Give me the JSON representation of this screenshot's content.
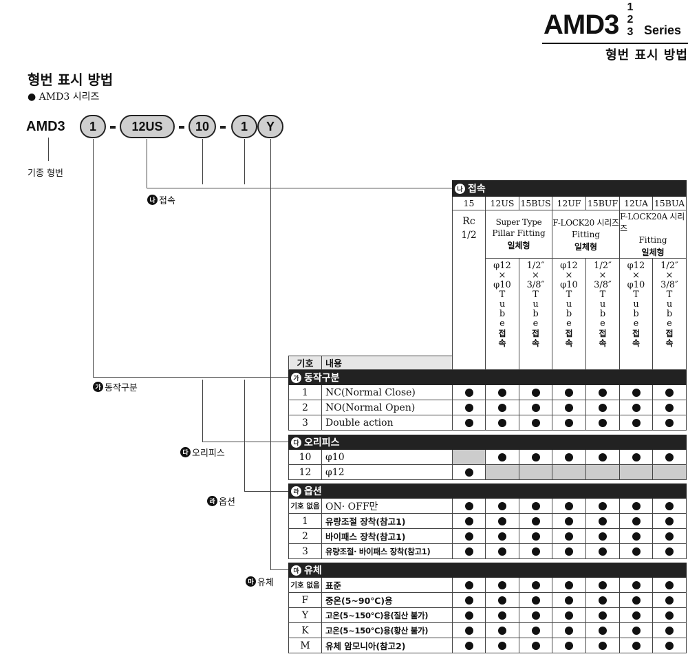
{
  "header": {
    "model": "AMD3",
    "stack": [
      "1",
      "2",
      "3"
    ],
    "series_word": "Series",
    "subtitle": "형번 표시 방법"
  },
  "title": "형번 표시 방법",
  "bullet_label": "AMD3 시리즈",
  "code": {
    "prefix": "AMD3",
    "parts": [
      "1",
      "12US",
      "10",
      "1",
      "Y"
    ]
  },
  "labels": {
    "base": "기종 형번",
    "ga": {
      "mark": "가",
      "text": "동작구분"
    },
    "na": {
      "mark": "나",
      "text": "접속"
    },
    "da": {
      "mark": "다",
      "text": "오리피스"
    },
    "ra": {
      "mark": "라",
      "text": "옵션"
    },
    "ma": {
      "mark": "마",
      "text": "유체"
    }
  },
  "connection": {
    "bar_mark": "나",
    "bar_title": "접속",
    "columns": [
      "15",
      "12US",
      "15BUS",
      "12UF",
      "15BUF",
      "12UA",
      "15BUA"
    ],
    "rc": [
      "Rc",
      "1/2"
    ],
    "groups": [
      {
        "name": [
          "Super Type",
          "Pillar Fitting"
        ],
        "sub": "일체형"
      },
      {
        "name": [
          "F-LOCK20 시리즈",
          "Fitting"
        ],
        "sub": "일체형"
      },
      {
        "name": [
          "F-LOCK20A 시리즈",
          "Fitting"
        ],
        "sub": "일체형"
      }
    ],
    "tube_a": [
      "φ12",
      "×",
      "φ10",
      "T",
      "u",
      "b",
      "e",
      "접",
      "속"
    ],
    "tube_b": [
      "1/2″",
      "×",
      "3/8″",
      "T",
      "u",
      "b",
      "e",
      "접",
      "속"
    ]
  },
  "table_header": {
    "code": "기호",
    "content": "내용"
  },
  "sections": [
    {
      "mark": "가",
      "title": "동작구분",
      "rows": [
        {
          "code": "1",
          "desc": "NC(Normal Close)",
          "k": false,
          "cells": [
            "d",
            "d",
            "d",
            "d",
            "d",
            "d",
            "d"
          ]
        },
        {
          "code": "2",
          "desc": "NO(Normal Open)",
          "k": false,
          "cells": [
            "d",
            "d",
            "d",
            "d",
            "d",
            "d",
            "d"
          ]
        },
        {
          "code": "3",
          "desc": "Double action",
          "k": false,
          "cells": [
            "d",
            "d",
            "d",
            "d",
            "d",
            "d",
            "d"
          ]
        }
      ]
    },
    {
      "mark": "다",
      "title": "오리피스",
      "rows": [
        {
          "code": "10",
          "desc": "φ10",
          "k": false,
          "cells": [
            "g",
            "d",
            "d",
            "d",
            "d",
            "d",
            "d"
          ]
        },
        {
          "code": "12",
          "desc": "φ12",
          "k": false,
          "cells": [
            "d",
            "g",
            "g",
            "g",
            "g",
            "g",
            "g"
          ]
        }
      ]
    },
    {
      "mark": "라",
      "title": "옵션",
      "rows": [
        {
          "code": "기호 없음",
          "desc": "ON· OFF만",
          "k": false,
          "cells": [
            "d",
            "d",
            "d",
            "d",
            "d",
            "d",
            "d"
          ]
        },
        {
          "code": "1",
          "desc": "유량조절 장착(참고1)",
          "k": true,
          "cells": [
            "d",
            "d",
            "d",
            "d",
            "d",
            "d",
            "d"
          ]
        },
        {
          "code": "2",
          "desc": "바이패스 장착(참고1)",
          "k": true,
          "cells": [
            "d",
            "d",
            "d",
            "d",
            "d",
            "d",
            "d"
          ]
        },
        {
          "code": "3",
          "desc": "유량조절· 바이패스 장착(참고1)",
          "k": true,
          "cells": [
            "d",
            "d",
            "d",
            "d",
            "d",
            "d",
            "d"
          ]
        }
      ]
    },
    {
      "mark": "마",
      "title": "유체",
      "rows": [
        {
          "code": "기호 없음",
          "desc": "표준",
          "k": true,
          "cells": [
            "d",
            "d",
            "d",
            "d",
            "d",
            "d",
            "d"
          ]
        },
        {
          "code": "F",
          "desc": "중온(5~90℃)용",
          "k": true,
          "cells": [
            "d",
            "d",
            "d",
            "d",
            "d",
            "d",
            "d"
          ]
        },
        {
          "code": "Y",
          "desc": "고온(5~150℃)용(질산 불가)",
          "k": true,
          "cells": [
            "d",
            "d",
            "d",
            "d",
            "d",
            "d",
            "d"
          ]
        },
        {
          "code": "K",
          "desc": "고온(5~150℃)용(황산 불가)",
          "k": true,
          "cells": [
            "d",
            "d",
            "d",
            "d",
            "d",
            "d",
            "d"
          ]
        },
        {
          "code": "M",
          "desc": "유체 암모니아(참고2)",
          "k": true,
          "cells": [
            "d",
            "d",
            "d",
            "d",
            "d",
            "d",
            "d"
          ]
        }
      ]
    }
  ]
}
